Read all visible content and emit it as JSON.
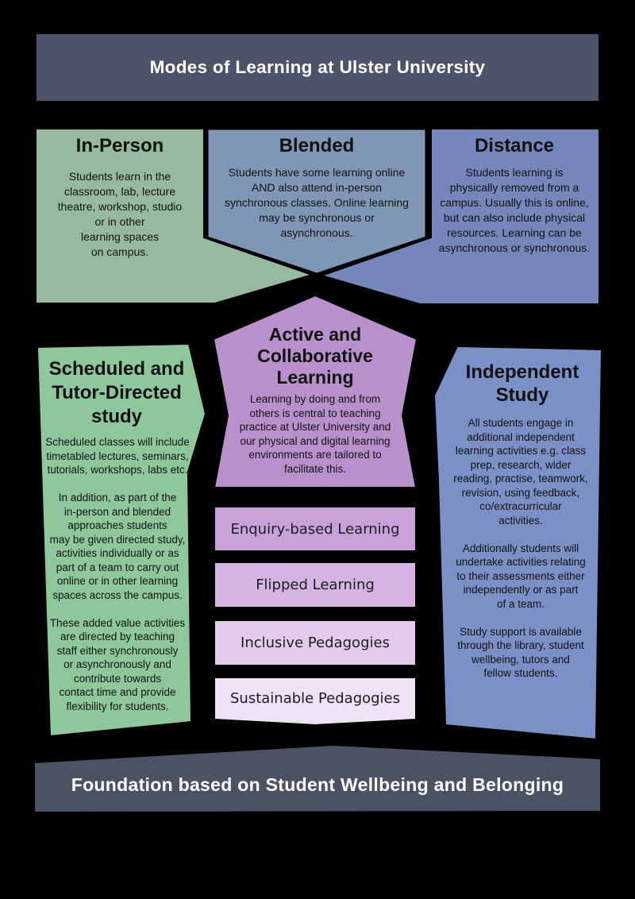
{
  "header": {
    "title": "Modes of Learning at Ulster University"
  },
  "footer": {
    "title": "Foundation based on Student Wellbeing and Belonging"
  },
  "top_modes": [
    {
      "name": "In-Person",
      "body": "Students learn in the\nclassroom, lab, lecture\ntheatre, workshop, studio\nor in other\nlearning spaces\non campus."
    },
    {
      "name": "Blended",
      "body": "Students have some learning online\nAND also attend in-person\nsynchronous classes. Online learning\nmay be synchronous or\nasynchronous."
    },
    {
      "name": "Distance",
      "body": "Students learning is\nphysically removed from a\ncampus. Usually this is online,\nbut can also include physical\nresources. Learning can be\nasynchronous or synchronous."
    }
  ],
  "middle": {
    "scheduled": {
      "title": "Scheduled and\nTutor-Directed\nstudy",
      "body": "Scheduled classes will include\ntimetabled lectures, seminars,\ntutorials, workshops, labs etc.\n\nIn addition, as part of the\nin-person and blended\napproaches students\nmay be given directed study,\nactivities individually or as\npart of a team to carry out\nonline or in other learning\nspaces across the campus.\n\nThese added value activities\nare directed by teaching\nstaff either synchronously\nor asynchronously and\ncontribute towards\ncontact time and provide\nflexibility for students."
    },
    "active": {
      "title": "Active and\nCollaborative\nLearning",
      "body": "Learning by doing and from\nothers is central to teaching\npractice at Ulster University and\nour physical and digital learning\nenvironments are tailored to\nfacilitate this.",
      "items": [
        "Enquiry-based Learning",
        "Flipped Learning",
        "Inclusive Pedagogies",
        "Sustainable Pedagogies"
      ]
    },
    "independent": {
      "title": "Independent\nStudy",
      "body": "All students engage in\nadditional independent\nlearning activities e.g. class\nprep, research, wider\nreading, practise, teamwork,\nrevision, using feedback,\nco/extracurricular\nactivities.\n\nAdditionally students will\nundertake activities relating\nto their assessments either\nindependently or as part\nof a team.\n\nStudy support is available\nthrough the library, student\nwellbeing, tutors and\nfellow students."
    }
  },
  "colors": {
    "background": "#000000",
    "header_banner": "#4b5468",
    "footer_banner": "#4a5263",
    "in_person": "#97b99d",
    "blended": "#7f97b5",
    "distance": "#7486ba",
    "scheduled": "#8fc79c",
    "active": "#b890cb",
    "independent": "#7b90c6",
    "box_enquiry": "#c8a1d8",
    "box_flipped": "#d5b4e2",
    "box_inclusive": "#e2cbeb",
    "box_sustainable": "#eee2f4",
    "title_text": "#ffffff",
    "body_text": "#121212"
  }
}
